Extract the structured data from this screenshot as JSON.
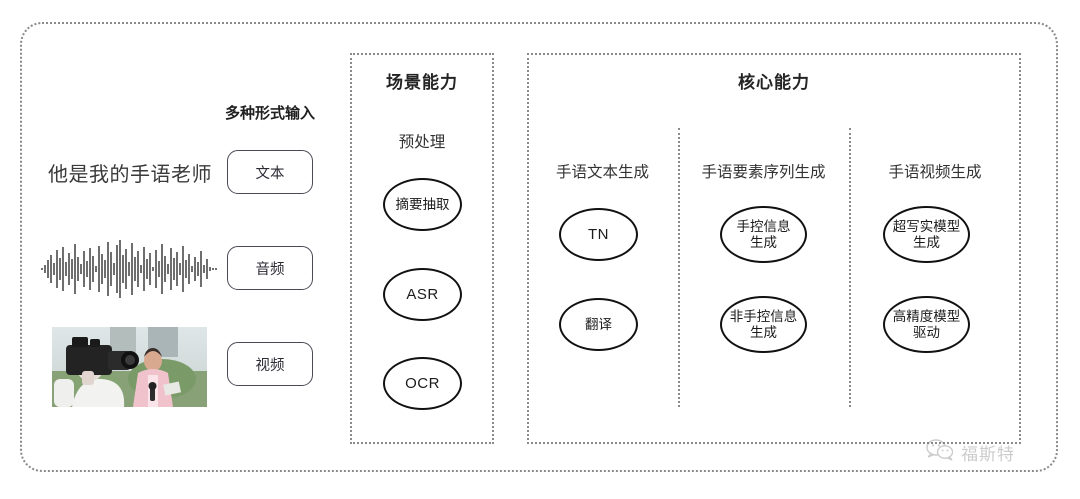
{
  "diagram": {
    "input_section": {
      "heading": "多种形式输入",
      "sample_text": "他是我的手语老师",
      "waveform_label": "audio-waveform",
      "video_label": "video-thumbnail",
      "modalities": [
        {
          "label": "文本",
          "name": "text"
        },
        {
          "label": "音频",
          "name": "audio"
        },
        {
          "label": "视频",
          "name": "video"
        }
      ]
    },
    "scene_panel": {
      "title": "场景能力",
      "group_label": "预处理",
      "nodes": [
        {
          "label": "摘要抽取",
          "script": "cjk"
        },
        {
          "label": "ASR",
          "script": "latin"
        },
        {
          "label": "OCR",
          "script": "latin"
        }
      ]
    },
    "core_panel": {
      "title": "核心能力",
      "columns": [
        {
          "label": "手语文本生成",
          "nodes": [
            {
              "label": "TN",
              "script": "latin"
            },
            {
              "label": "翻译",
              "script": "cjk"
            }
          ]
        },
        {
          "label": "手语要素序列生成",
          "nodes": [
            {
              "label": "手控信息\n生成",
              "script": "cjk"
            },
            {
              "label": "非手控信息\n生成",
              "script": "cjk"
            }
          ]
        },
        {
          "label": "手语视频生成",
          "nodes": [
            {
              "label": "超写实模型\n生成",
              "script": "cjk"
            },
            {
              "label": "高精度模型\n驱动",
              "script": "cjk"
            }
          ]
        }
      ]
    },
    "watermark": {
      "text": "福斯特",
      "icon": "wechat-icon"
    },
    "colors": {
      "border_dotted": "#8a8a8a",
      "node_border": "#111111",
      "pill_border": "#4a4a56",
      "text": "#2f2f2f",
      "background": "#ffffff"
    }
  }
}
